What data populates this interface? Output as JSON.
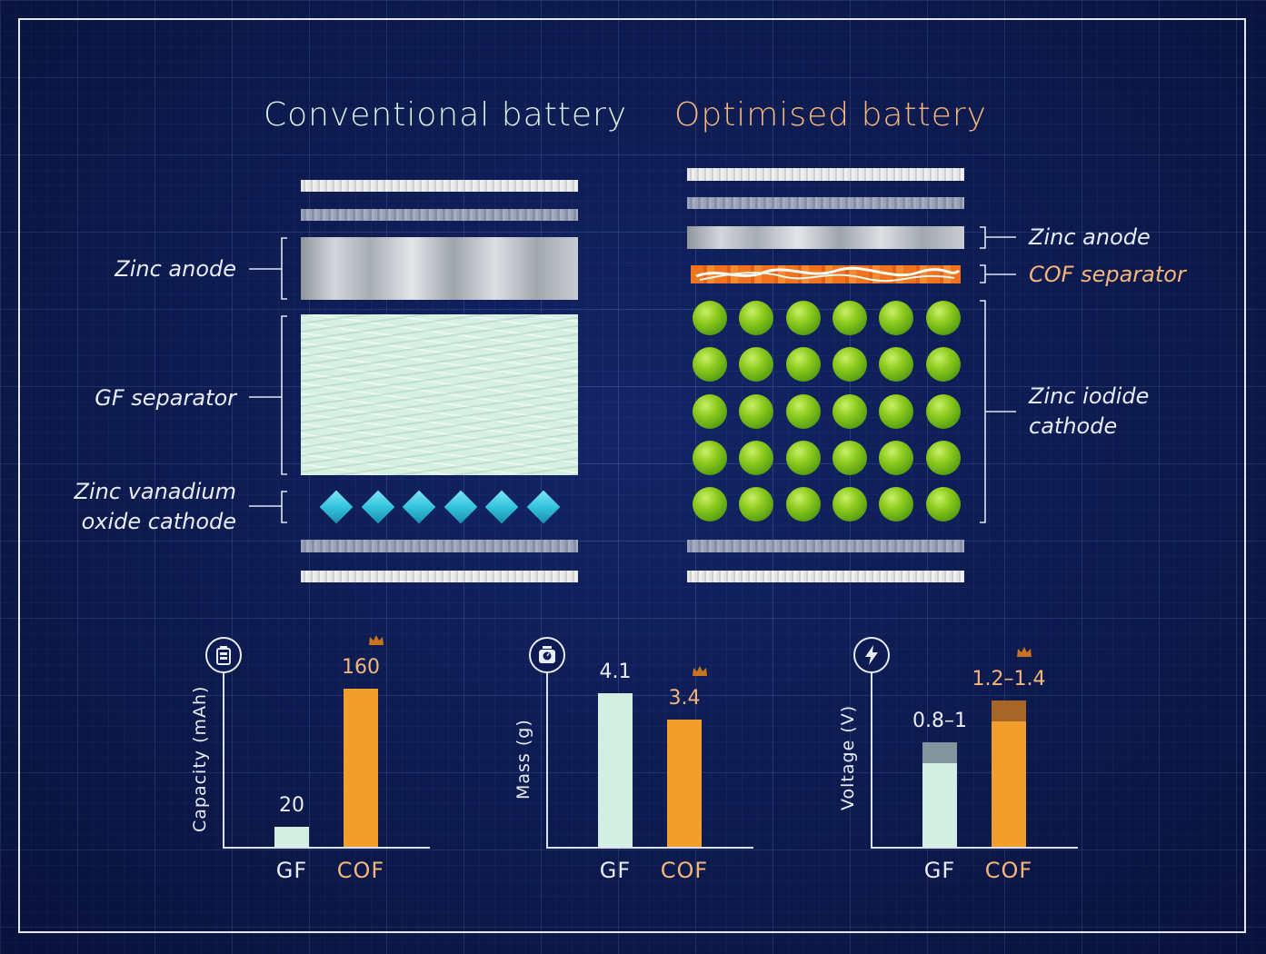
{
  "titles": {
    "conventional": "Conventional battery",
    "optimised": "Optimised battery"
  },
  "left_labels": {
    "zinc_anode": "Zinc anode",
    "gf_separator": "GF separator",
    "cathode_line1": "Zinc vanadium",
    "cathode_line2": "oxide cathode"
  },
  "right_labels": {
    "zinc_anode": "Zinc anode",
    "cof_separator": "COF separator",
    "cathode_line1": "Zinc iodide",
    "cathode_line2": "cathode"
  },
  "icons": [
    "battery-icon",
    "scale-icon",
    "lightning-icon",
    "crown-icon"
  ],
  "colors": {
    "gf": "#d3efe2",
    "cof": "#f29e2c",
    "title_conventional": "#d6f2e6",
    "title_optimised": "#f4b67a"
  },
  "chart_data": [
    {
      "type": "bar",
      "categories": [
        "GF",
        "COF"
      ],
      "values": [
        20,
        160
      ],
      "value_labels": [
        "20",
        "160"
      ],
      "ylabel": "Capacity (mAh)",
      "winner": "COF"
    },
    {
      "type": "bar",
      "categories": [
        "GF",
        "COF"
      ],
      "values": [
        4.1,
        3.4
      ],
      "value_labels": [
        "4.1",
        "3.4"
      ],
      "ylabel": "Mass (g)",
      "winner": "COF"
    },
    {
      "type": "bar",
      "categories": [
        "GF",
        "COF"
      ],
      "ranges": [
        [
          0.8,
          1.0
        ],
        [
          1.2,
          1.4
        ]
      ],
      "value_labels": [
        "0.8–1",
        "1.2–1.4"
      ],
      "ylabel": "Voltage (V)",
      "winner": "COF"
    }
  ]
}
